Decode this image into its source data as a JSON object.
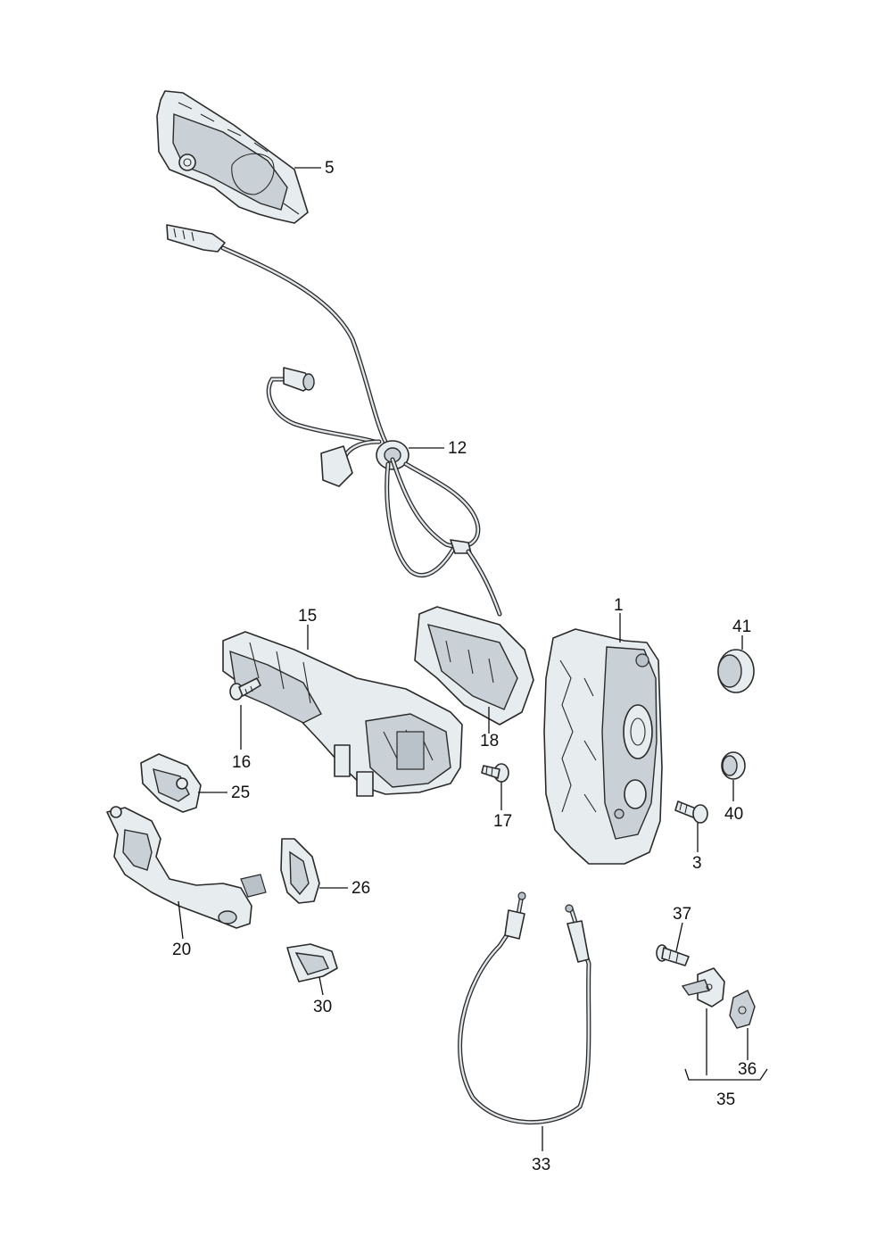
{
  "diagram": {
    "callouts": {
      "c1": "1",
      "c3": "3",
      "c5": "5",
      "c12": "12",
      "c15": "15",
      "c16": "16",
      "c17": "17",
      "c18": "18",
      "c20": "20",
      "c25": "25",
      "c26": "26",
      "c30": "30",
      "c33": "33",
      "c35": "35",
      "c36": "36",
      "c37": "37",
      "c40": "40",
      "c41": "41"
    }
  }
}
